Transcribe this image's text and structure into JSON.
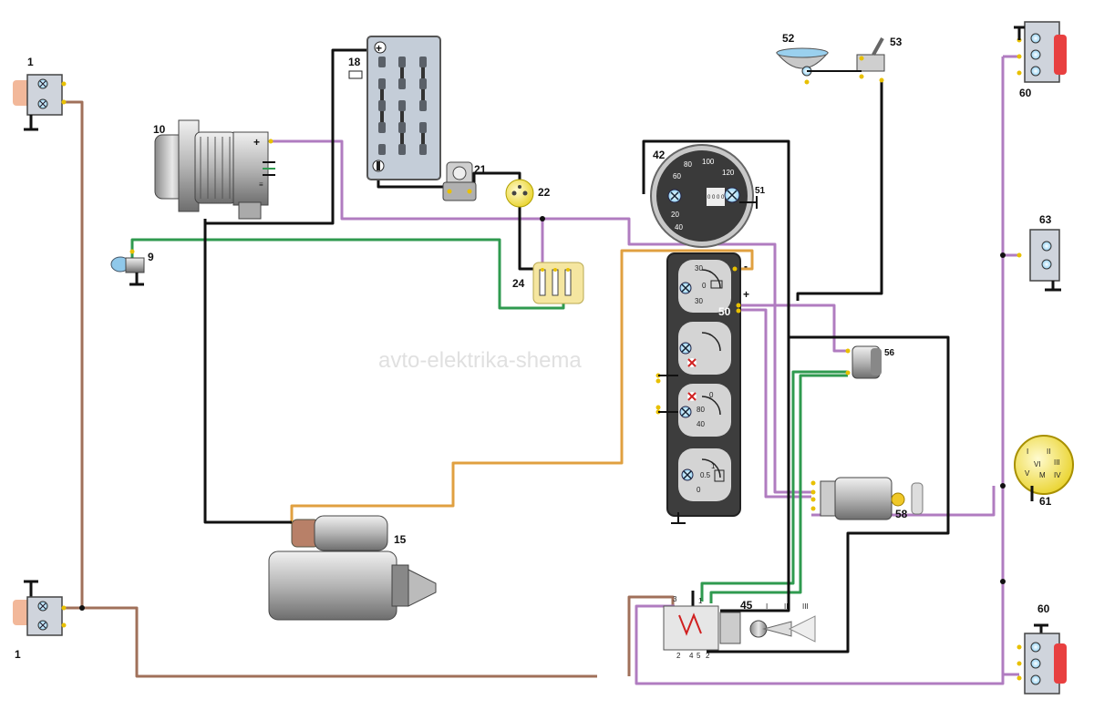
{
  "diagram": {
    "watermark": "avto-elektrika-shema",
    "components": {
      "headlight_left_top": "1",
      "headlight_left_bottom": "1",
      "sensor_9": "9",
      "generator": "10",
      "starter": "15",
      "battery": "18",
      "relay_21": "21",
      "relay_22": "22",
      "regulator": "24",
      "speedometer": "42",
      "switch_45": "45",
      "instrument_cluster": "50",
      "lamp_51": "51",
      "lamp_52": "52",
      "switch_53": "53",
      "relay_56": "56",
      "ignition_switch": "58",
      "rear_lamp_top": "60",
      "rear_lamp_bottom": "60",
      "central_switch": "61",
      "side_lamp": "63"
    },
    "battery_labels": {
      "plus": "+",
      "minus": "-"
    },
    "generator_labels": {
      "plus": "+",
      "ground": "≡"
    },
    "speedometer_ticks": [
      "20",
      "40",
      "60",
      "80",
      "100",
      "120"
    ],
    "odometer": "0 0 0 0 0",
    "gauge_ticks": {
      "g1": [
        "30",
        "0",
        "30"
      ],
      "g2": [
        "40",
        "80",
        "0"
      ],
      "g3": [
        "0",
        "0.5",
        "1"
      ]
    },
    "switch45_pins": [
      "3",
      "1",
      "2",
      "4",
      "5",
      "2"
    ],
    "switch45_positions": [
      "I",
      "II",
      "III"
    ],
    "switch61_positions": [
      "I",
      "II",
      "III",
      "IV",
      "V",
      "VI",
      "M"
    ],
    "colors": {
      "black": "#111111",
      "brown": "#a0705a",
      "violet": "#b07cc0",
      "green": "#2f9a4f",
      "orange": "#e0a040"
    }
  }
}
